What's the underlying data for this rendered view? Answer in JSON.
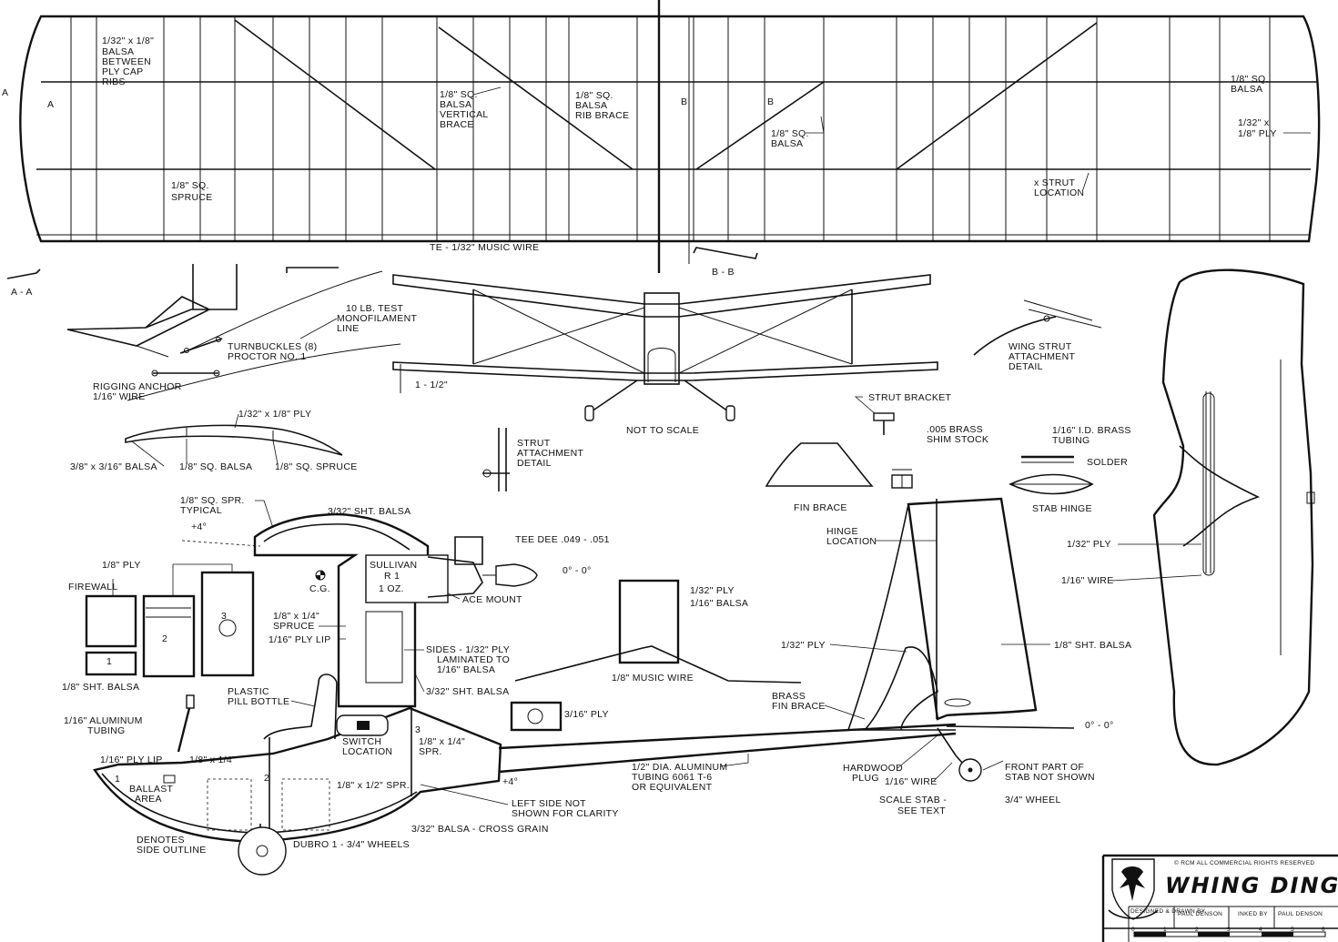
{
  "title_block": {
    "title": "WHING DING II",
    "rights": "© RCM ALL COMMERCIAL RIGHTS RESERVED",
    "designed_label": "DESIGNED & DRAWN BY",
    "designed_by": "PAUL DENSON",
    "inked_label": "INKED BY",
    "inked_by": "PAUL DENSON",
    "scale": [
      "0",
      "1",
      "2",
      "3",
      "4",
      "5",
      "6"
    ]
  },
  "wing": {
    "balsa_cap": [
      "1/32\" x 1/8\"",
      "BALSA",
      "BETWEEN",
      "PLY CAP",
      "RIBS"
    ],
    "vertical_brace": [
      "1/8\" SQ.",
      "BALSA",
      "VERTICAL",
      "BRACE"
    ],
    "rib_brace": [
      "1/8\" SQ.",
      "BALSA",
      "RIB BRACE"
    ],
    "sq_balsa_mid": [
      "1/8\" SQ.",
      "BALSA"
    ],
    "sq_balsa_tip": [
      "1/8\" SQ.",
      "BALSA"
    ],
    "ply_tip": [
      "1/32\" x",
      "1/8\" PLY"
    ],
    "spruce": [
      "1/8\" SQ.",
      "SPRUCE"
    ],
    "strut_location": [
      "x STRUT",
      "LOCATION"
    ],
    "te_wire": "TE - 1/32\" MUSIC WIRE",
    "section_a": "A",
    "section_b": "B",
    "aa": "A - A",
    "bb": "B - B"
  },
  "rigging": {
    "test_line": [
      "10 LB. TEST",
      "MONOFILAMENT",
      "LINE"
    ],
    "turnbuckles": [
      "TURNBUCKLES (8)",
      "PROCTOR NO. 1"
    ],
    "anchor": [
      "RIGGING ANCHOR",
      "1/16\" WIRE"
    ]
  },
  "front_view": {
    "dim": "1 - 1/2\"",
    "note": "NOT TO SCALE"
  },
  "rib": {
    "ply": "1/32\" x 1/8\" PLY",
    "balsa": "3/8\" x 3/16\" BALSA",
    "sq_balsa": "1/8\" SQ. BALSA",
    "sq_spruce": "1/8\" SQ. SPRUCE"
  },
  "strut_detail": [
    "STRUT",
    "ATTACHMENT",
    "DETAIL"
  ],
  "wing_strut": [
    "WING STRUT",
    "ATTACHMENT",
    "DETAIL"
  ],
  "strut_bracket": "STRUT BRACKET",
  "brass_shim": [
    ".005 BRASS",
    "SHIM STOCK"
  ],
  "brass_tubing": [
    "1/16\" I.D. BRASS",
    "TUBING"
  ],
  "solder": "SOLDER",
  "stab_hinge": "STAB HINGE",
  "fin_brace": "FIN BRACE",
  "fuselage": {
    "spr_typical": [
      "1/8\" SQ. SPR.",
      "TYPICAL"
    ],
    "sht_balsa_top": "3/32\" SHT. BALSA",
    "plus4_top": "+4°",
    "tee_dee": "TEE DEE .049 - .051",
    "zero_top": "0° - 0°",
    "sullivan": [
      "SULLIVAN",
      "R 1",
      "1 OZ."
    ],
    "cg": "C.G.",
    "ace_mount": "ACE MOUNT",
    "spruce_14": [
      "1/8\" x 1/4\"",
      "SPRUCE"
    ],
    "ply_lip": "1/16\" PLY LIP",
    "sides": [
      "SIDES - 1/32\" PLY",
      "LAMINATED TO",
      "1/16\" BALSA"
    ],
    "sht_balsa_mid": "3/32\" SHT. BALSA",
    "pill_bottle": [
      "PLASTIC",
      "PILL BOTTLE"
    ],
    "switch": [
      "SWITCH",
      "LOCATION"
    ],
    "spr_14": [
      "1/8\" x 1/4\"",
      "SPR."
    ],
    "al_tubing": [
      "1/16\" ALUMINUM",
      "TUBING"
    ],
    "ply_lip_low": "1/16\" PLY LIP",
    "x14": "1/8\" x 1/4\"",
    "ballast": [
      "BALLAST",
      "AREA"
    ],
    "spr_12": "1/8\" x 1/2\" SPR.",
    "plus4_low": "+4°",
    "left_side": [
      "LEFT SIDE NOT",
      "SHOWN FOR CLARITY"
    ],
    "cross_grain": "3/32\" BALSA - CROSS GRAIN",
    "denotes": [
      "DENOTES",
      "SIDE OUTLINE"
    ],
    "wheels": "DUBRO  1 - 3/4\" WHEELS",
    "n1": "1",
    "n2": "2",
    "n3": "3"
  },
  "formers": {
    "firewall": "FIREWALL",
    "ply": "1/8\" PLY",
    "sht_balsa": "1/8\" SHT. BALSA",
    "n1": "1",
    "n2": "2",
    "n3": "3"
  },
  "mid": {
    "ply": "1/32\" PLY",
    "balsa": "1/16\" BALSA",
    "music_wire": "1/8\" MUSIC WIRE",
    "ply_316": "3/16\" PLY",
    "boom": [
      "1/2\" DIA. ALUMINUM",
      "TUBING 6061 T-6",
      "OR EQUIVALENT"
    ]
  },
  "tail": {
    "hinge": [
      "HINGE",
      "LOCATION"
    ],
    "ply_fin": "1/32\" PLY",
    "sht_balsa": "1/8\" SHT. BALSA",
    "brass_brace": [
      "BRASS",
      "FIN BRACE"
    ],
    "zero": "0° - 0°",
    "hardwood": [
      "HARDWOOD",
      "PLUG"
    ],
    "wire": "1/16\" WIRE",
    "scale_stab": [
      "SCALE STAB -",
      "SEE TEXT"
    ],
    "front_stab": [
      "FRONT PART OF",
      "STAB NOT SHOWN"
    ],
    "wheel": "3/4\" WHEEL"
  },
  "stab": {
    "ply": "1/32\" PLY",
    "wire": "1/16\" WIRE"
  }
}
